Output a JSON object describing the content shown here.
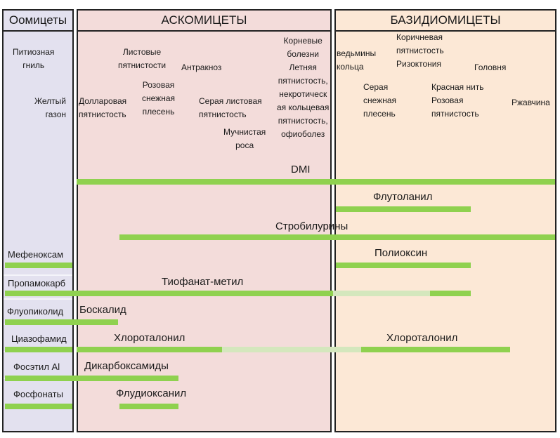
{
  "columns": {
    "oomycetes": "Оомицеты",
    "ascomycetes": "АСКОМИЦЕТЫ",
    "basidiomycetes": "БАЗИДИОМИЦЕТЫ"
  },
  "diseases": {
    "pythium": "Питиозная\nгниль",
    "yellow_turf": "Желтый\nгазон",
    "leaf_spots": "Листовые\nпятнистости",
    "anthracnose": "Антракноз",
    "pink_snow_mold": "Розовая\nснежная\nплесень",
    "dollar_spot": "Долларовая\nпятнистость",
    "gray_leaf_spot": "Серая листовая\nпятнистость",
    "powdery_mildew": "Мучнистая\nроса",
    "root_diseases": "Корневые\nболезни\nЛетняя\nпятнистость,\nнекротическ\nая кольцевая\nпятнистость,\nофиоболез",
    "fairy_rings": "ведьмины\nкольца",
    "brown_patch": "Коричневая\nпятнистость\nРизоктония",
    "smut": "Головня",
    "gray_snow_mold": "Серая\nснежная\nплесень",
    "red_thread": "Красная нить\nРозовая\nпятнистость",
    "rust": "Ржавчина"
  },
  "fungicides": {
    "dmi": "DMI",
    "flutolanil": "Флутоланил",
    "strobilurins": "Стробилурины",
    "mefenoxam": "Мефеноксам",
    "polyoxin": "Полиоксин",
    "propamocarb": "Пропамокарб",
    "thiophanate_methyl": "Тиофанат-метил",
    "fluopicolide": "Флуопиколид",
    "boscalid": "Боскалид",
    "cyazofamid": "Циазофамид",
    "chlorothalonil_asc": "Хлороталонил",
    "chlorothalonil_bas": "Хлороталонил",
    "fosetyl_al": "Фосэтил Al",
    "dicarboximides": "Дикарбоксамиды",
    "phosphonates": "Фосфонаты",
    "fludioxonil": "Флудиоксанил"
  },
  "colors": {
    "oomycetes_bg": "#e3e1ef",
    "ascomycetes_bg": "#f3dcda",
    "basidiomycetes_bg": "#fce8d6",
    "bar_active": "#8fd14f",
    "bar_partial": "#d4e7bd"
  }
}
